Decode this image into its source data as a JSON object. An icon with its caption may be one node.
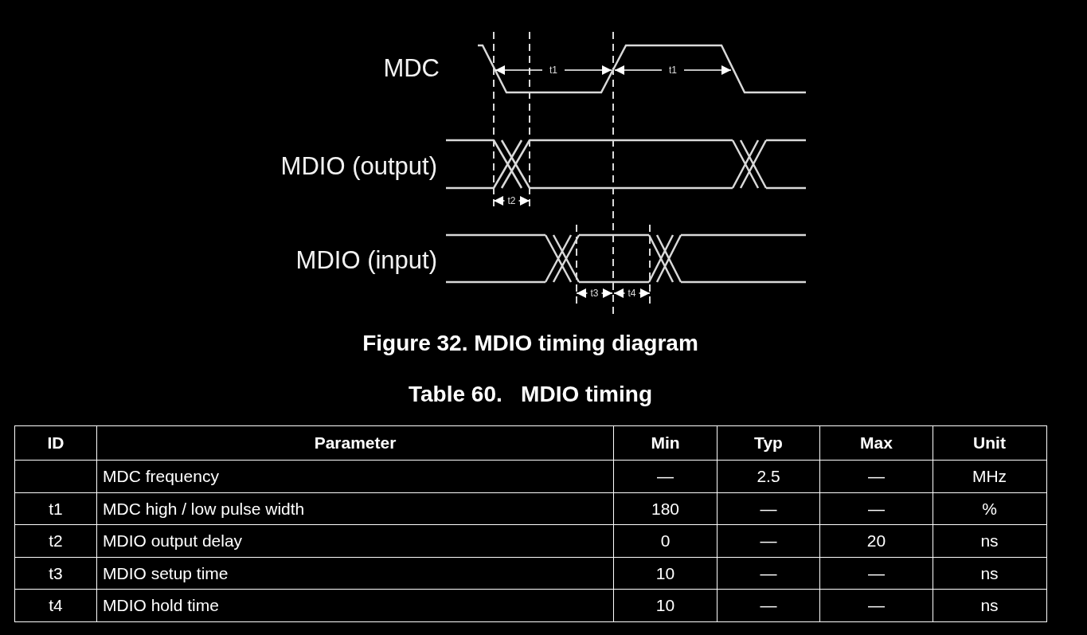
{
  "diagram": {
    "caption": "Figure 32. MDIO timing diagram",
    "labels": [
      "MDC",
      "t1",
      "t1",
      "MDIO (output)",
      "t2",
      "MDIO (input)",
      "t3",
      "t4",
      "Table 60.   MDIO timing",
      "ID",
      "Parameter",
      "Min",
      "Typ",
      "Max",
      "Unit",
      "MDC frequency",
      "—",
      "2.5",
      "—",
      "MHz",
      "t1",
      "MDC high / low pulse width",
      "180",
      "—",
      "—",
      "%",
      "t2",
      "MDIO output delay",
      "0",
      "—",
      "20",
      "ns",
      "t3",
      "MDIO setup time",
      "10",
      "—",
      "—",
      "ns",
      "t4",
      "MDIO hold time",
      "10",
      "—",
      "—",
      "ns"
    ]
  }
}
